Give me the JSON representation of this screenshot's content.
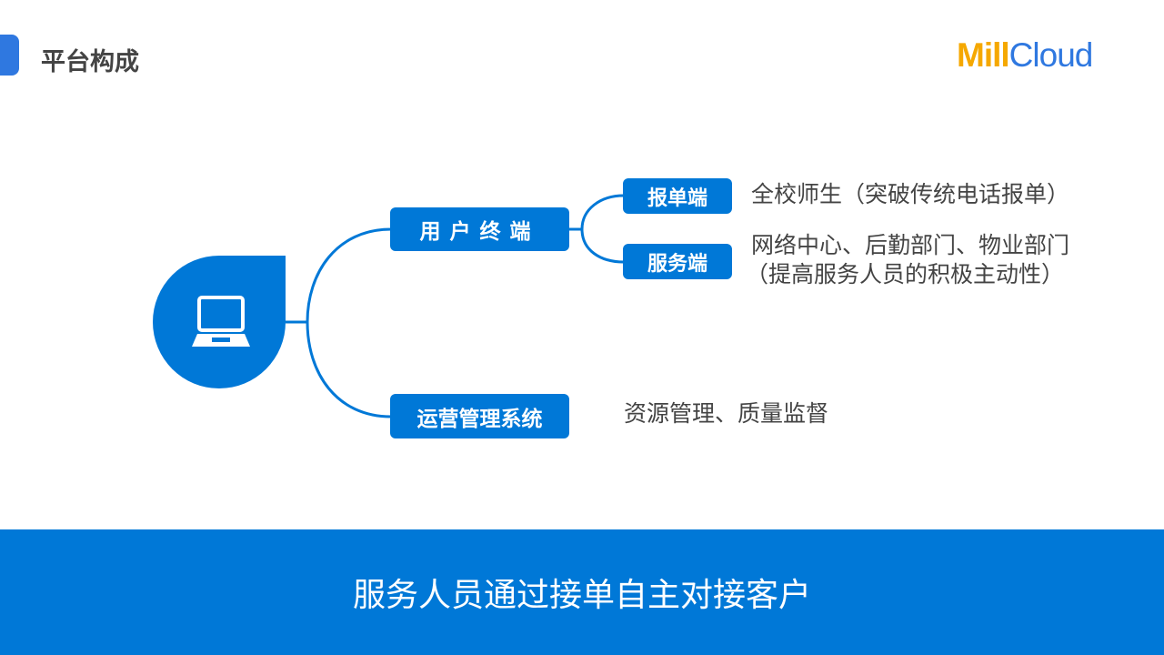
{
  "header": {
    "title": "平台构成",
    "logo_part1": "Mill",
    "logo_part2": "Cloud"
  },
  "diagram": {
    "root_icon": "laptop-icon",
    "user_terminal": "用户终端",
    "ops_system": "运营管理系统",
    "report_end": "报单端",
    "report_desc": "全校师生（突破传统电话报单）",
    "service_end": "服务端",
    "service_desc_line1": "网络中心、后勤部门、物业部门",
    "service_desc_line2": "（提高服务人员的积极主动性）",
    "ops_desc": "资源管理、质量监督"
  },
  "footer": {
    "text": "服务人员通过接单自主对接客户"
  },
  "colors": {
    "primary": "#0078d7",
    "logo_orange": "#f5a800"
  }
}
